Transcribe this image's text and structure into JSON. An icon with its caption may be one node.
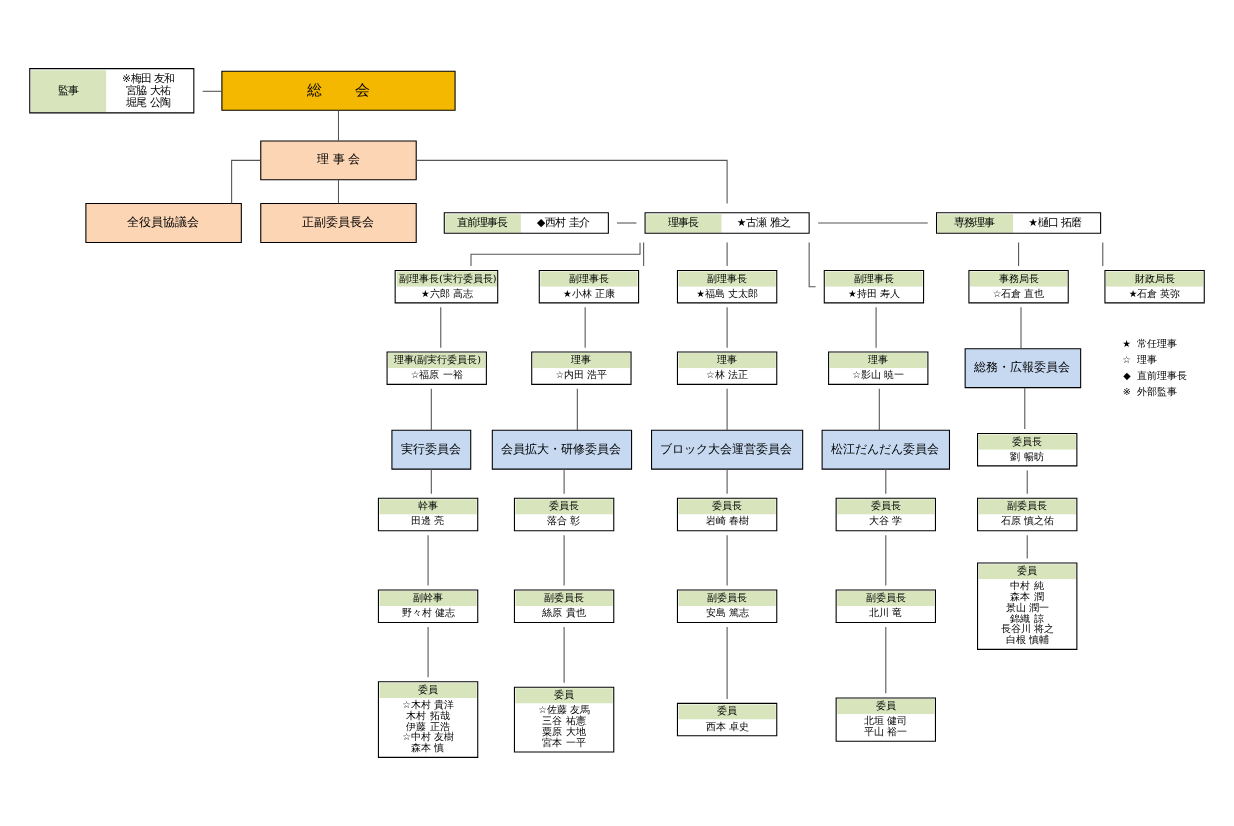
{
  "diagram": {
    "nodes": [
      {
        "text": [
          "総　　会"
        ]
      },
      {
        "text": [
          "監事",
          "※梅田 友和",
          "宮脇 大祐",
          "堀尾 公陶"
        ]
      },
      {
        "text": [
          "理 事 会"
        ]
      },
      {
        "text": [
          "全役員協議会"
        ]
      },
      {
        "text": [
          "直前理事長",
          "◆西村 圭介"
        ]
      },
      {
        "text": [
          "理事長",
          "★古瀬 雅之"
        ]
      },
      {
        "text": [
          "専務理事",
          "★樋口 拓磨"
        ]
      },
      {
        "text": [
          "正副委員長会"
        ]
      },
      {
        "text": [
          "副理事長(実行委員長)",
          "★六郎 高志"
        ]
      },
      {
        "text": [
          "理事(副実行委員長)",
          "☆福原 一裕"
        ]
      },
      {
        "text": [
          "実行委員会"
        ]
      },
      {
        "text": [
          "幹事",
          "田邊 亮"
        ]
      },
      {
        "text": [
          "副幹事",
          "野々村 健志"
        ]
      },
      {
        "text": [
          "委員",
          "☆木村 貴洋",
          "木村 拓哉",
          "伊藤 正浩",
          "☆中村 友樹",
          "森本 慎"
        ]
      },
      {
        "text": [
          "副理事長",
          "★小林 正康"
        ]
      },
      {
        "text": [
          "理事",
          "☆内田 浩平"
        ]
      },
      {
        "text": [
          "会員拡大・研修委員会"
        ]
      },
      {
        "text": [
          "委員長",
          "落合 彰"
        ]
      },
      {
        "text": [
          "副委員長",
          "絲原 貴也"
        ]
      },
      {
        "text": [
          "委員",
          "☆佐藤 友馬",
          "三谷 祐憲",
          "粟原 大地",
          "宮本 一平"
        ]
      },
      {
        "text": [
          "副理事長",
          "★福島 丈太郎"
        ]
      },
      {
        "text": [
          "理事",
          "☆林 法正"
        ]
      },
      {
        "text": [
          "ブロック大会運営委員会"
        ]
      },
      {
        "text": [
          "委員長",
          "岩崎 春樹"
        ]
      },
      {
        "text": [
          "副委員長",
          "安島 篤志"
        ]
      },
      {
        "text": [
          "委員",
          "西本 卓史"
        ]
      },
      {
        "text": [
          "副理事長",
          "★持田 寿人"
        ]
      },
      {
        "text": [
          "理事",
          "☆影山 暁一"
        ]
      },
      {
        "text": [
          "松江だんだん委員会"
        ]
      },
      {
        "text": [
          "委員長",
          "大谷 学"
        ]
      },
      {
        "text": [
          "副委員長",
          "北川 竜"
        ]
      },
      {
        "text": [
          "委員",
          "北垣 健司",
          "平山 裕一"
        ]
      },
      {
        "text": [
          "事務局長",
          "☆石倉 直也"
        ]
      },
      {
        "text": [
          "総務・広報委員会"
        ]
      },
      {
        "text": [
          "委員長",
          "劉 暢昉"
        ]
      },
      {
        "text": [
          "副委員長",
          "石原 慎之佑"
        ]
      },
      {
        "text": [
          "委員",
          "中村 純",
          "森本 潤",
          "景山 潤一",
          "錦織 諒",
          "長谷川 将之",
          "白根 慎輔"
        ]
      },
      {
        "text": [
          "財政局長",
          "★石倉 英弥"
        ]
      }
    ],
    "edges": [
      {
        "from": 0,
        "to": 2,
        "arrow": "none"
      },
      {
        "from": 1,
        "to": 0,
        "arrow": "none"
      },
      {
        "from": 2,
        "to": 3,
        "arrow": "none"
      },
      {
        "from": 2,
        "to": 5,
        "arrow": "none"
      },
      {
        "from": 4,
        "to": 5,
        "arrow": "none"
      },
      {
        "from": 5,
        "to": 6,
        "arrow": "none"
      },
      {
        "from": 2,
        "to": 7,
        "arrow": "none"
      },
      {
        "from": 5,
        "to": 8,
        "arrow": "none"
      },
      {
        "from": 5,
        "to": 14,
        "arrow": "none"
      },
      {
        "from": 5,
        "to": 20,
        "arrow": "none"
      },
      {
        "from": 5,
        "to": 26,
        "arrow": "none"
      },
      {
        "from": 6,
        "to": 32,
        "arrow": "none"
      },
      {
        "from": 6,
        "to": 37,
        "arrow": "none"
      },
      {
        "from": 8,
        "to": 9,
        "arrow": "none"
      },
      {
        "from": 9,
        "to": 10,
        "arrow": "none"
      },
      {
        "from": 10,
        "to": 11,
        "arrow": "none"
      },
      {
        "from": 11,
        "to": 12,
        "arrow": "none"
      },
      {
        "from": 12,
        "to": 13,
        "arrow": "none"
      },
      {
        "from": 14,
        "to": 15,
        "arrow": "none"
      },
      {
        "from": 15,
        "to": 16,
        "arrow": "none"
      },
      {
        "from": 16,
        "to": 17,
        "arrow": "none"
      },
      {
        "from": 17,
        "to": 18,
        "arrow": "none"
      },
      {
        "from": 18,
        "to": 19,
        "arrow": "none"
      },
      {
        "from": 20,
        "to": 21,
        "arrow": "none"
      },
      {
        "from": 21,
        "to": 22,
        "arrow": "none"
      },
      {
        "from": 22,
        "to": 23,
        "arrow": "none"
      },
      {
        "from": 23,
        "to": 24,
        "arrow": "none"
      },
      {
        "from": 24,
        "to": 25,
        "arrow": "none"
      },
      {
        "from": 26,
        "to": 27,
        "arrow": "none"
      },
      {
        "from": 27,
        "to": 28,
        "arrow": "none"
      },
      {
        "from": 28,
        "to": 29,
        "arrow": "none"
      },
      {
        "from": 29,
        "to": 30,
        "arrow": "none"
      },
      {
        "from": 30,
        "to": 31,
        "arrow": "none"
      },
      {
        "from": 32,
        "to": 33,
        "arrow": "none"
      },
      {
        "from": 33,
        "to": 34,
        "arrow": "none"
      },
      {
        "from": 34,
        "to": 35,
        "arrow": "none"
      },
      {
        "from": 35,
        "to": 36,
        "arrow": "none"
      }
    ],
    "labels": [
      "★",
      "常任理事",
      "☆",
      "理事",
      "◆",
      "直前理事長",
      "※",
      "外部監事"
    ]
  }
}
